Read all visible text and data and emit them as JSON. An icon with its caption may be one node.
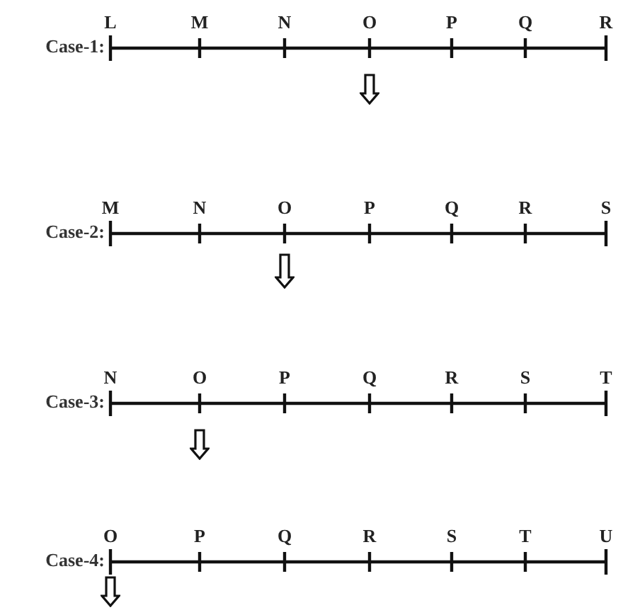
{
  "diagram": {
    "labels": [
      "L",
      "M",
      "N",
      "O",
      "P",
      "Q",
      "R",
      "Case-1:",
      "M",
      "N",
      "O",
      "P",
      "Q",
      "R",
      "S",
      "Case-2:",
      "N",
      "O",
      "P",
      "Q",
      "R",
      "S",
      "T",
      "Case-3:",
      "O",
      "P",
      "Q",
      "R",
      "S",
      "T",
      "U",
      "Case-4:"
    ]
  }
}
